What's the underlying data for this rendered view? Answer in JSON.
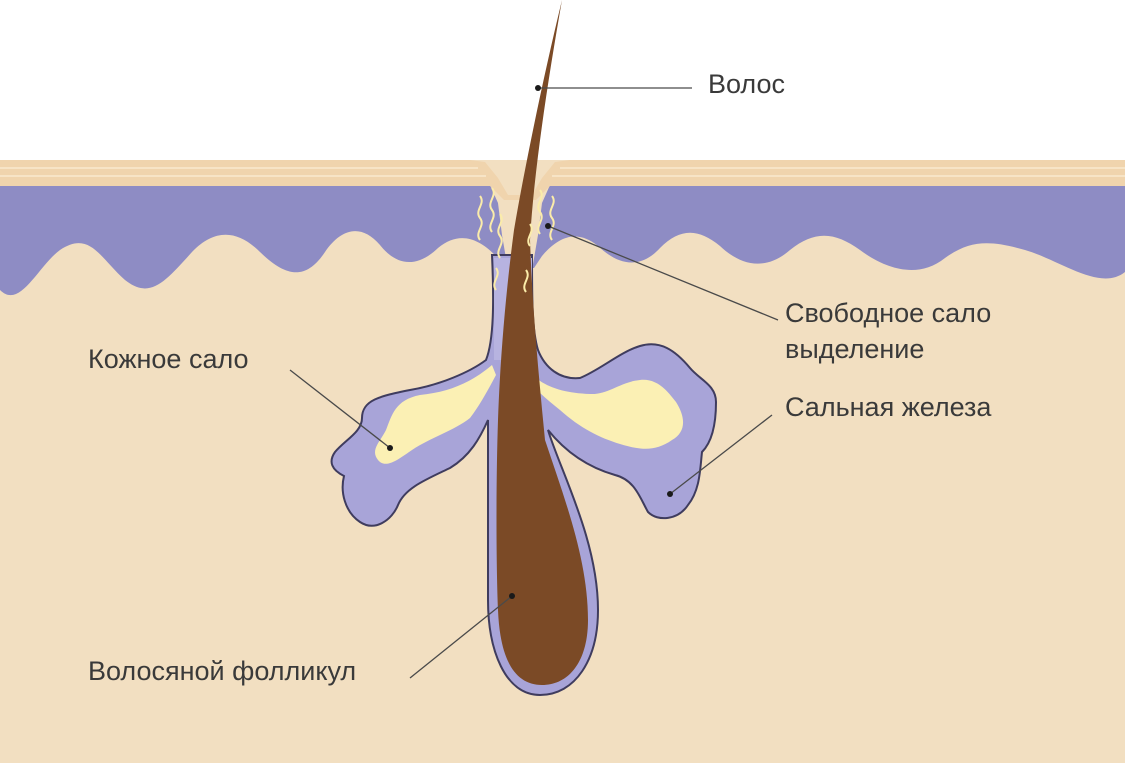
{
  "labels": {
    "hair": "Волос",
    "free_sebum_line1": "Свободное сало",
    "free_sebum_line2": "выделение",
    "skin_sebum": "Кожное сало",
    "sebaceous_gland": "Сальная железа",
    "hair_follicle": "Волосяной фолликул"
  },
  "colors": {
    "dermis": "#f2dfc1",
    "skin_surface": "#f0d4ad",
    "epidermis": "#8e8cc4",
    "follicle_wall": "#a8a4d8",
    "hair": "#7b4a26",
    "sebum": "#fbf0b4",
    "free_sebum_strands": "#fbecaa"
  }
}
